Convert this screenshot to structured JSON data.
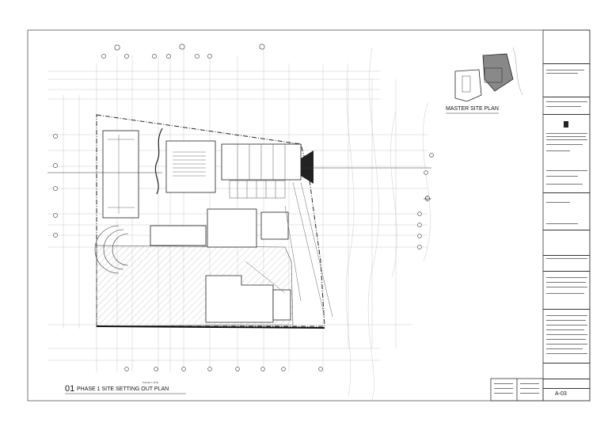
{
  "drawing": {
    "main_view": {
      "number": "01",
      "title": "PHASE 1 SITE SETTING OUT PLAN",
      "scale_note": "PHASE 1 SITE"
    },
    "key_plan": {
      "title": "MASTER SITE PLAN"
    },
    "sheet_number": "A-03"
  }
}
